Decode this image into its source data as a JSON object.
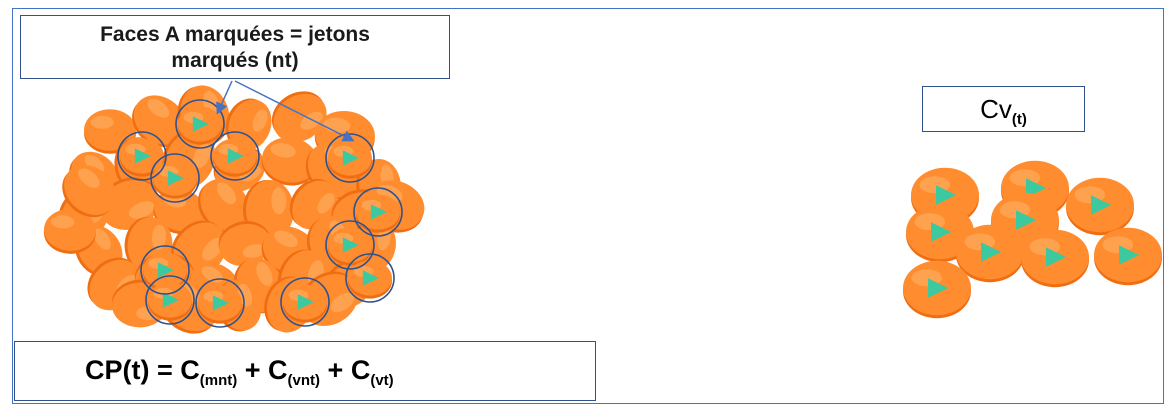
{
  "callout": {
    "line1": "Faces A marquées = jetons",
    "line2": "marqués (nt)"
  },
  "cv_label": {
    "main": "Cv",
    "sub": "(t)"
  },
  "formula": {
    "lhs": "CP(t) = ",
    "t1_main": "C",
    "t1_sub": "(mnt)",
    "plus1": " + ",
    "t2_main": "C",
    "t2_sub": "(vnt)",
    "plus2": " + ",
    "t3_main": "C",
    "t3_sub": "(vt)"
  },
  "colors": {
    "token": "#ff8c2e",
    "token_dark": "#f06e12",
    "marker": "#3cc9a0",
    "circle_outline": "#2f528f",
    "frame": "#4472c4"
  }
}
